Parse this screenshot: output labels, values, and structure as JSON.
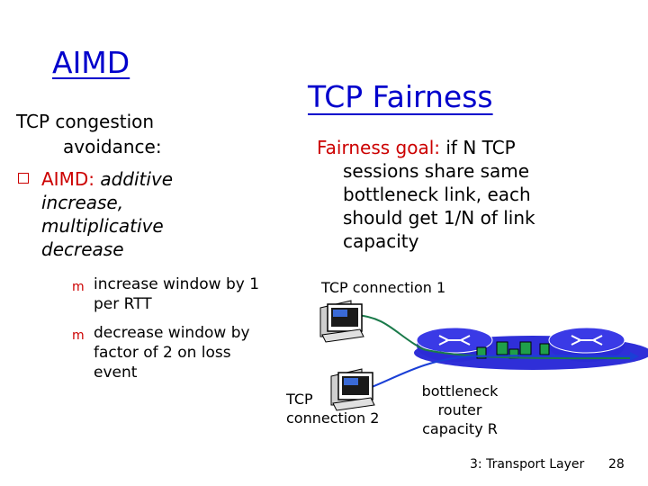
{
  "slide": {
    "left_title": "AIMD",
    "right_title": "TCP Fairness",
    "intro_line1": "TCP congestion",
    "intro_line2": "avoidance:",
    "aimd_label": "AIMD:",
    "aimd_rest_1": " additive",
    "aimd_rest_2": "increase,",
    "aimd_rest_3": "multiplicative",
    "aimd_rest_4": "decrease",
    "sub_bullets": [
      {
        "line1": "increase window by 1",
        "line2": "per RTT"
      },
      {
        "line1": "decrease window by",
        "line2": "factor of 2 on loss",
        "line3": "event"
      }
    ],
    "goal_label": "Fairness goal:",
    "goal_text_1": " if N TCP",
    "goal_text_2": "sessions share same",
    "goal_text_3": "bottleneck link, each",
    "goal_text_4": "should get 1/N of link",
    "goal_text_5": "capacity"
  },
  "diagram": {
    "conn1_label": "TCP connection 1",
    "conn2_label_1": "TCP",
    "conn2_label_2": "connection 2",
    "bottleneck_1": "bottleneck",
    "bottleneck_2": "router",
    "bottleneck_3": "capacity R"
  },
  "footer": {
    "chapter": "3: Transport Layer",
    "page": "28"
  },
  "colors": {
    "title": "#0000cc",
    "accent_red": "#cc0000",
    "router_fill": "#2b2bd6",
    "flow_green": "#1a7a4a",
    "flow_blue": "#1a3fd6"
  }
}
